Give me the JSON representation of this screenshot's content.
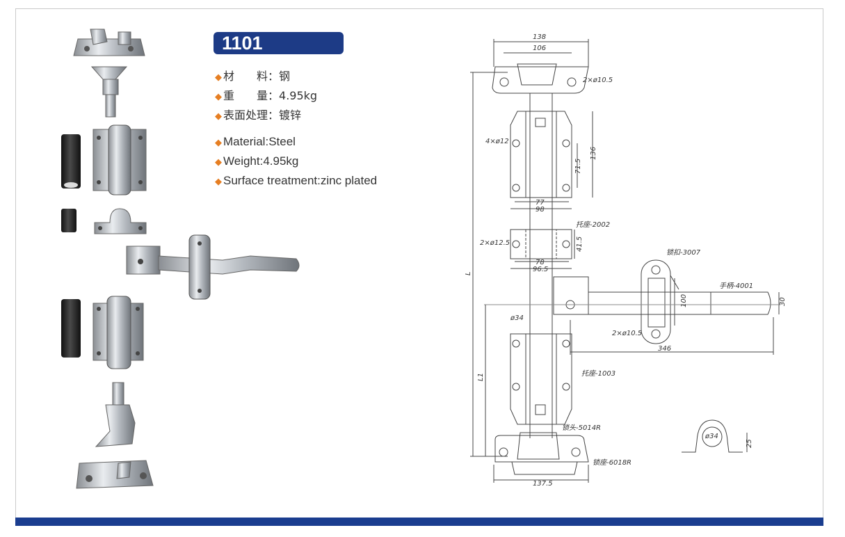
{
  "model": "1101",
  "specs_cn": [
    {
      "label": "材　　料：",
      "value": "钢"
    },
    {
      "label": "重　　量：",
      "value": "4.95kg"
    },
    {
      "label": "表面处理：",
      "value": "镀锌"
    }
  ],
  "specs_en": [
    {
      "label": "Material:",
      "value": "Steel"
    },
    {
      "label": "Weight:",
      "value": "4.95kg"
    },
    {
      "label": "Surface treatment:",
      "value": "zinc plated"
    }
  ],
  "drawing": {
    "dim_138": "138",
    "dim_106": "106",
    "hole_top": "2×ø10.5",
    "hole_4": "4×ø12",
    "dim_136": "136",
    "dim_71_5": "71.5",
    "dim_77": "77",
    "dim_98": "98",
    "hole_12_5": "2×ø12.5",
    "dim_41_5": "41.5",
    "part_2002": "托座-2002",
    "dim_78": "78",
    "dim_96_5": "96.5",
    "part_3007": "锁扣-3007",
    "part_4001": "手柄-4001",
    "dim_100": "100",
    "dim_30": "30",
    "dim_d34": "ø34",
    "hole_10_5": "2×ø10.5",
    "dim_346": "346",
    "part_1003": "托座-1003",
    "dim_L": "L",
    "dim_L1": "L1",
    "part_5014R": "锁头-5014R",
    "part_6018R": "锁座-6018R",
    "dim_137_5": "137.5",
    "clamp_d34": "ø34",
    "clamp_25": "25"
  },
  "colors": {
    "accent": "#1d3b86",
    "bullet": "#e67e22",
    "bar": "#1a3d8f"
  }
}
